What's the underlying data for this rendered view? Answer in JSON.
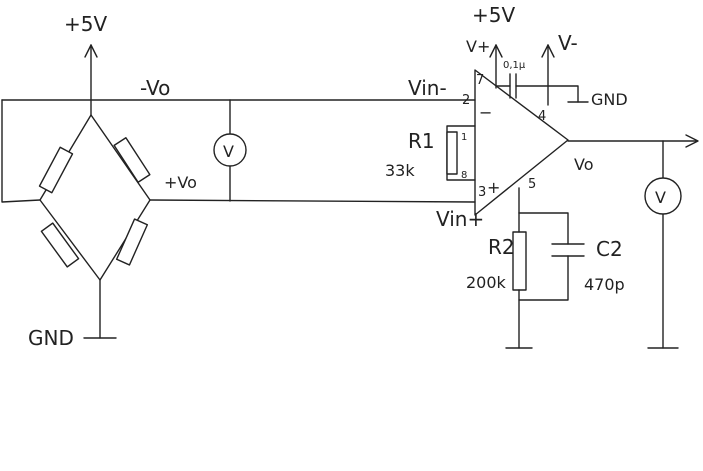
{
  "labels": {
    "supply_left": "+5V",
    "neg_vo": "-Vo",
    "pos_vo": "+Vo",
    "gnd_left": "GND",
    "meter_left": "V",
    "supply_top": "+5V",
    "vplus": "V+",
    "vminus": "V-",
    "pin7": "7",
    "cap_top": "0,1µ",
    "gnd_right": "GND",
    "vin_minus": "Vin-",
    "pin2": "2",
    "minus_sign": "−",
    "pin4": "4",
    "r1": "R1",
    "r1_value": "33k",
    "pin1": "1",
    "pin8": "8",
    "plus_sign": "+",
    "pin3": "3",
    "vo_out": "Vo",
    "pin5": "5",
    "vin_plus": "Vin+",
    "r2": "R2",
    "r2_value": "200k",
    "c2": "C2",
    "c2_value": "470p",
    "meter_right": "V"
  }
}
